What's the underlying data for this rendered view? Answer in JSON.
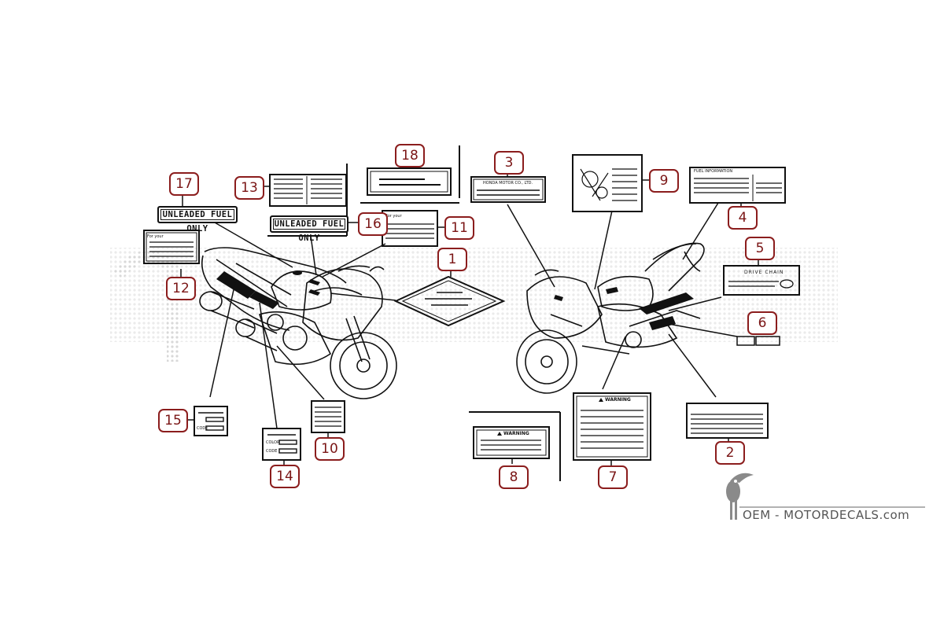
{
  "callouts": [
    "1",
    "2",
    "3",
    "4",
    "5",
    "6",
    "7",
    "8",
    "9",
    "10",
    "11",
    "12",
    "13",
    "14",
    "15",
    "16",
    "17",
    "18"
  ],
  "decal_text": {
    "unleaded_fuel": "UNLEADED FUEL ONLY",
    "warning": "WARNING",
    "drive_chain": "DRIVE CHAIN",
    "fuel_information": "FUEL INFORMATION",
    "honda_motor": "HONDA MOTOR CO., LTD.",
    "color": "COLOR",
    "code": "CODE",
    "for_your": "For your"
  },
  "watermark": {
    "text": "OEM - MOTORDECALS.com"
  },
  "colors": {
    "callout_border": "#8b1d1d",
    "callout_text": "#7a1515",
    "line_art": "#111111",
    "watermark_gray": "#cfcfcf"
  }
}
